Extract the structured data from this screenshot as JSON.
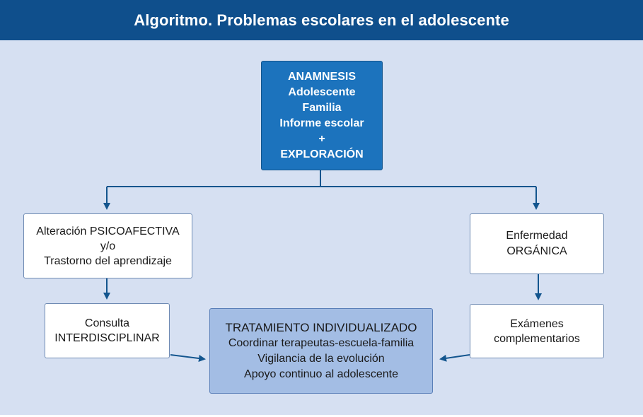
{
  "header": {
    "title": "Algoritmo. Problemas escolares en el adolescente"
  },
  "anamnesis": {
    "line1": "ANAMNESIS",
    "line2": "Adolescente",
    "line3": "Familia",
    "line4": "Informe escolar",
    "line5": "+",
    "line6": "EXPLORACIÓN"
  },
  "psicoafectiva": {
    "line1": "Alteración PSICOAFECTIVA",
    "line2": "y/o",
    "line3": "Trastorno del aprendizaje"
  },
  "organica": {
    "line1": "Enfermedad",
    "line2": "ORGÁNICA"
  },
  "consulta": {
    "line1": "Consulta",
    "line2": "INTERDISCIPLINAR"
  },
  "examenes": {
    "line1": "Exámenes",
    "line2": "complementarios"
  },
  "tratamiento": {
    "line1": "TRATAMIENTO INDIVIDUALIZADO",
    "line2": "Coordinar terapeutas-escuela-familia",
    "line3": "Vigilancia de la evolución",
    "line4": "Apoyo continuo al adolescente"
  },
  "colors": {
    "header_bg": "#0f4f8c",
    "background": "#d6e0f2",
    "anamnesis_box": "#1c73bd",
    "treatment_box": "#a3bde4",
    "connector": "#13558e"
  }
}
